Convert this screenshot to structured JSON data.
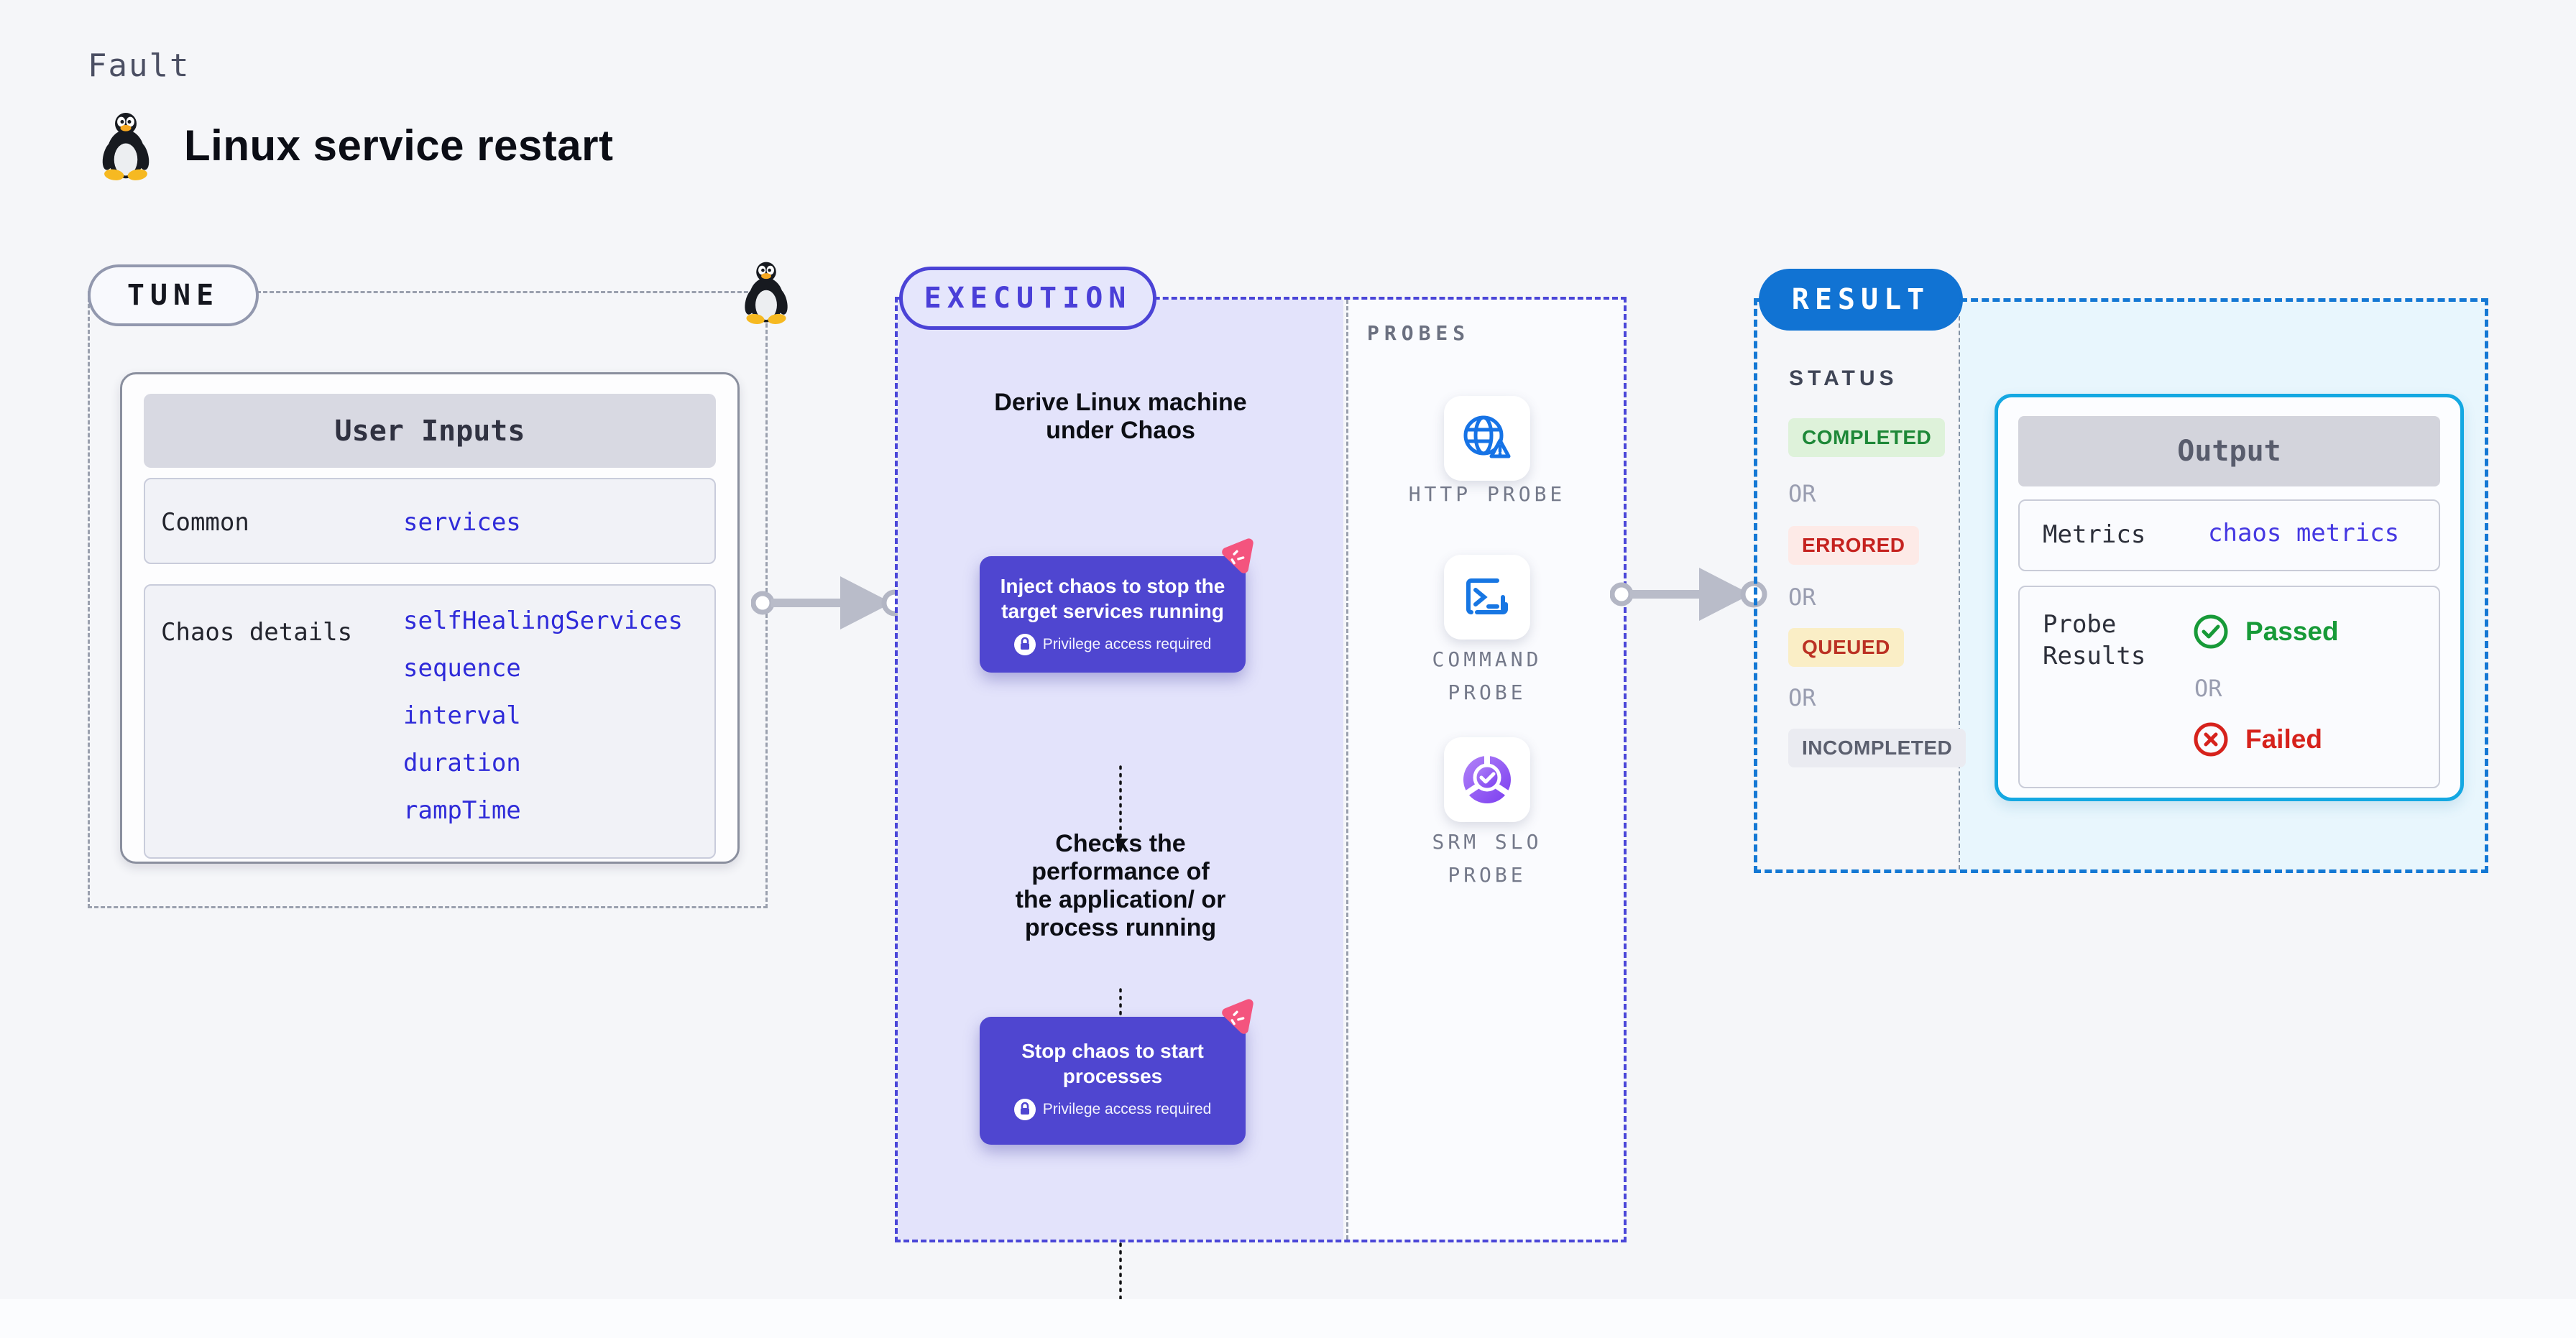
{
  "header": {
    "kicker": "Fault",
    "title": "Linux service restart"
  },
  "tune": {
    "label": "TUNE",
    "table": {
      "header": "User Inputs",
      "rows": [
        {
          "label": "Common",
          "values": [
            "services"
          ]
        },
        {
          "label": "Chaos details",
          "values": [
            "selfHealingServices",
            "sequence",
            "interval",
            "duration",
            "rampTime"
          ]
        }
      ]
    }
  },
  "execution": {
    "label": "EXECUTION",
    "derive_lines": [
      "Derive Linux machine",
      "under Chaos"
    ],
    "inject_lines": [
      "Inject chaos to stop the",
      "target services running"
    ],
    "check_lines": [
      "Checks the",
      "performance of",
      "the application/ or",
      "process running"
    ],
    "stop_lines": [
      "Stop chaos to start",
      "processes"
    ],
    "privilege_note": "Privilege access required"
  },
  "probes": {
    "label": "PROBES",
    "items": [
      {
        "name": "HTTP PROBE",
        "icon": "globe-alert-icon"
      },
      {
        "name": "COMMAND PROBE",
        "icon": "terminal-icon"
      },
      {
        "name": "SRM SLO PROBE",
        "icon": "slo-pie-check-icon"
      }
    ]
  },
  "result": {
    "label": "RESULT",
    "status": {
      "heading": "STATUS",
      "separator": "OR",
      "badges": [
        {
          "text": "COMPLETED",
          "fg": "#1e8838",
          "bg": "#def2da"
        },
        {
          "text": "ERRORED",
          "fg": "#c5221f",
          "bg": "#fdeae7"
        },
        {
          "text": "QUEUED",
          "fg": "#bb3124",
          "bg": "#faeec6"
        },
        {
          "text": "INCOMPLETED",
          "fg": "#5b5f6e",
          "bg": "#eaebf1"
        }
      ]
    },
    "output": {
      "header": "Output",
      "metrics_label": "Metrics",
      "metrics_value": "chaos metrics",
      "probe_label": "Probe Results",
      "passed": "Passed",
      "or": "OR",
      "failed": "Failed"
    }
  },
  "icons": [
    "tux-icon",
    "lock-icon",
    "clock-icon",
    "chaos-spark-icon",
    "globe-alert-icon",
    "terminal-icon",
    "slo-pie-check-icon",
    "check-circle-icon",
    "x-circle-icon",
    "arrow-right-icon"
  ],
  "colors": {
    "page_bg": "#f5f6f9",
    "accent_indigo": "#4b43d6",
    "execution_fill": "#e3e3fb",
    "button_purple": "#4f46d0",
    "result_blue": "#1173d3",
    "output_border_cyan": "#14a8e2",
    "result_fill": "#e8f6fd",
    "value_blue": "#2f2bd9",
    "passed_green": "#179a38",
    "failed_red": "#d6221c",
    "chaos_pink": "#f4547e",
    "arrow_gray": "#b9bcc9"
  }
}
